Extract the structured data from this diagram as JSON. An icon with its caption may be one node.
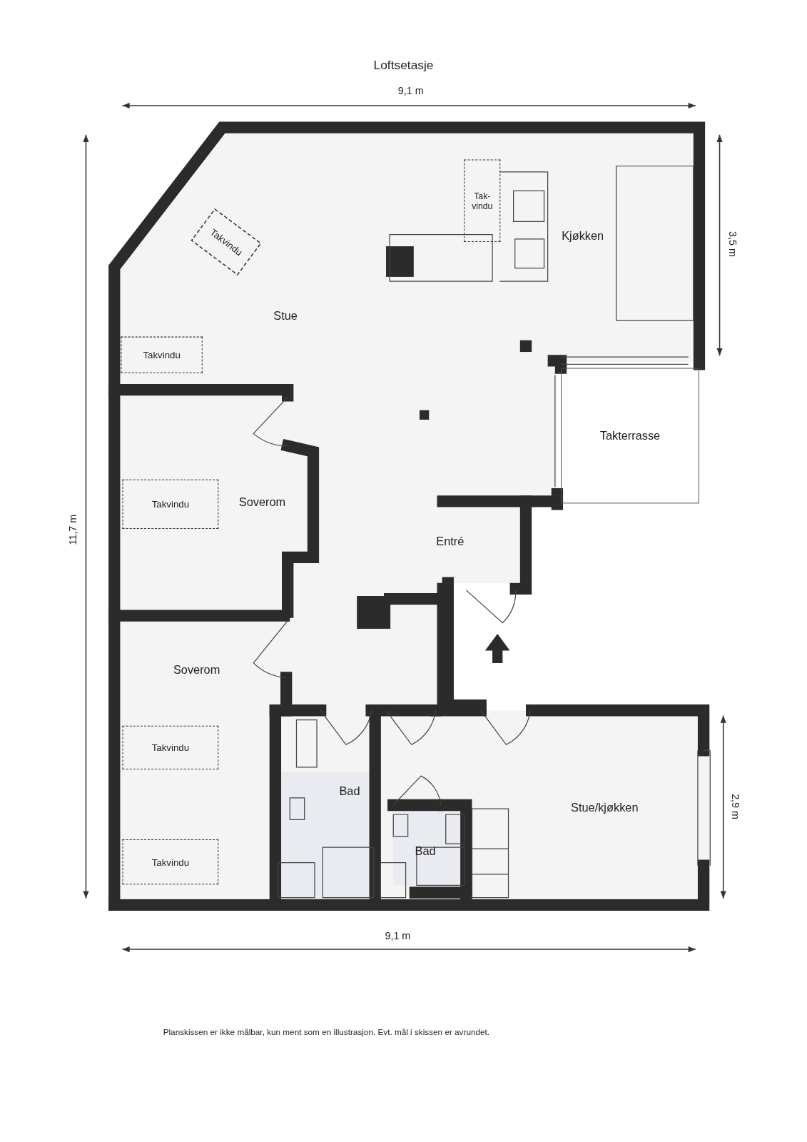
{
  "diagram": {
    "title": "Loftsetasje",
    "caption": "Planskissen er ikke målbar, kun ment som en illustrasjon. Evt. mål i skissen er avrundet.",
    "nodes": [
      {
        "text": [
          "Tak- vindu"
        ]
      },
      {
        "text": [
          "Takvindu"
        ]
      },
      {
        "text": [
          "Takvindu"
        ]
      },
      {
        "text": [
          "Takterrasse"
        ]
      },
      {
        "text": [
          "Takvindu"
        ]
      },
      {
        "text": [
          "Takvindu"
        ]
      },
      {
        "text": [
          "Takvindu"
        ]
      }
    ],
    "labels": [
      "9,1 m",
      "3,5 m",
      "Kjøkken",
      "Stue",
      "Soverom",
      "11,7 m",
      "Entré",
      "Soverom",
      "Bad",
      "Stue/kjøkken",
      "2,9 m",
      "Bad",
      "9,1 m"
    ]
  }
}
